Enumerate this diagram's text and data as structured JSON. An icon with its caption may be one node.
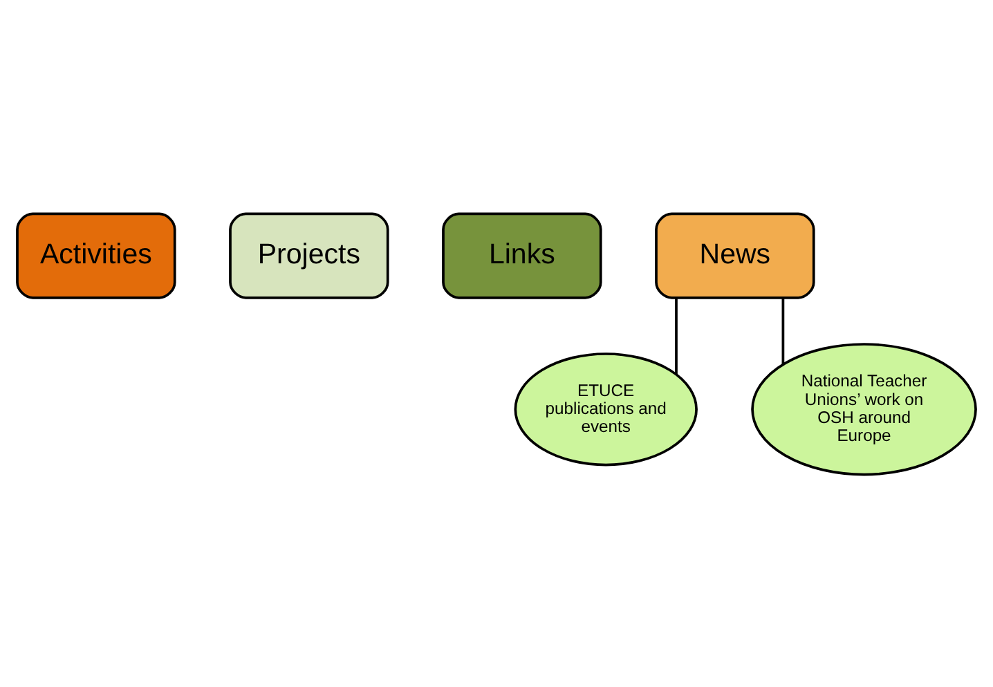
{
  "diagram": {
    "nodes": [
      {
        "text": [
          "Activities"
        ]
      },
      {
        "text": [
          "Projects"
        ]
      },
      {
        "text": [
          "Links"
        ]
      },
      {
        "text": [
          "News"
        ]
      },
      {
        "text": [
          "ETUCE publications and events"
        ]
      },
      {
        "text": [
          "National Teacher Unions’ work on OSH around Europe"
        ]
      }
    ],
    "edges": [
      {
        "from": 3,
        "to": 4,
        "arrow": "none"
      },
      {
        "from": 3,
        "to": 5,
        "arrow": "none"
      }
    ]
  }
}
